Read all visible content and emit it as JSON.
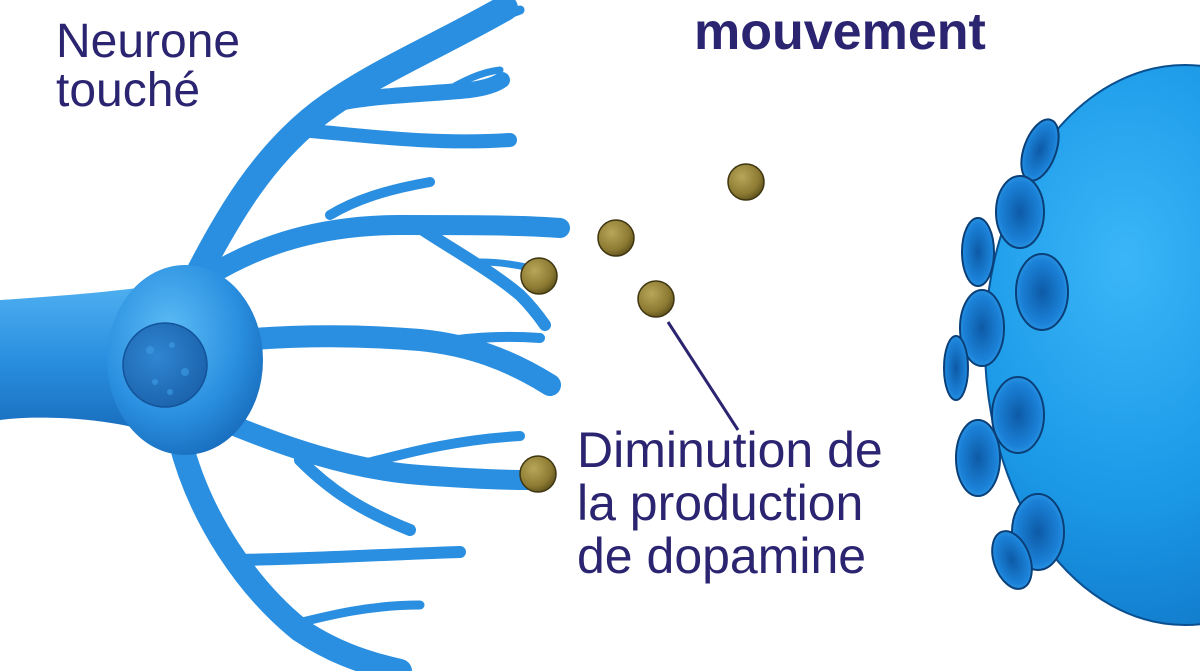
{
  "labels": {
    "affected_neuron": "Neurone\ntouché",
    "movement": "mouvement",
    "dopamine_decrease": "Diminution de\nla production\nde dopamine"
  },
  "colors": {
    "neuron_blue": "#2a8fe0",
    "neuron_blue_dark": "#1565b5",
    "target_cell_blue": "#1fa0ec",
    "dopamine_particle": "#8c7a32",
    "label_text": "#2b2470",
    "pointer_line": "#2b2470"
  },
  "icons": {
    "neuron": "affected-neuron-illustration",
    "target_cell": "target-neuron-illustration",
    "particle": "dopamine-particle"
  }
}
